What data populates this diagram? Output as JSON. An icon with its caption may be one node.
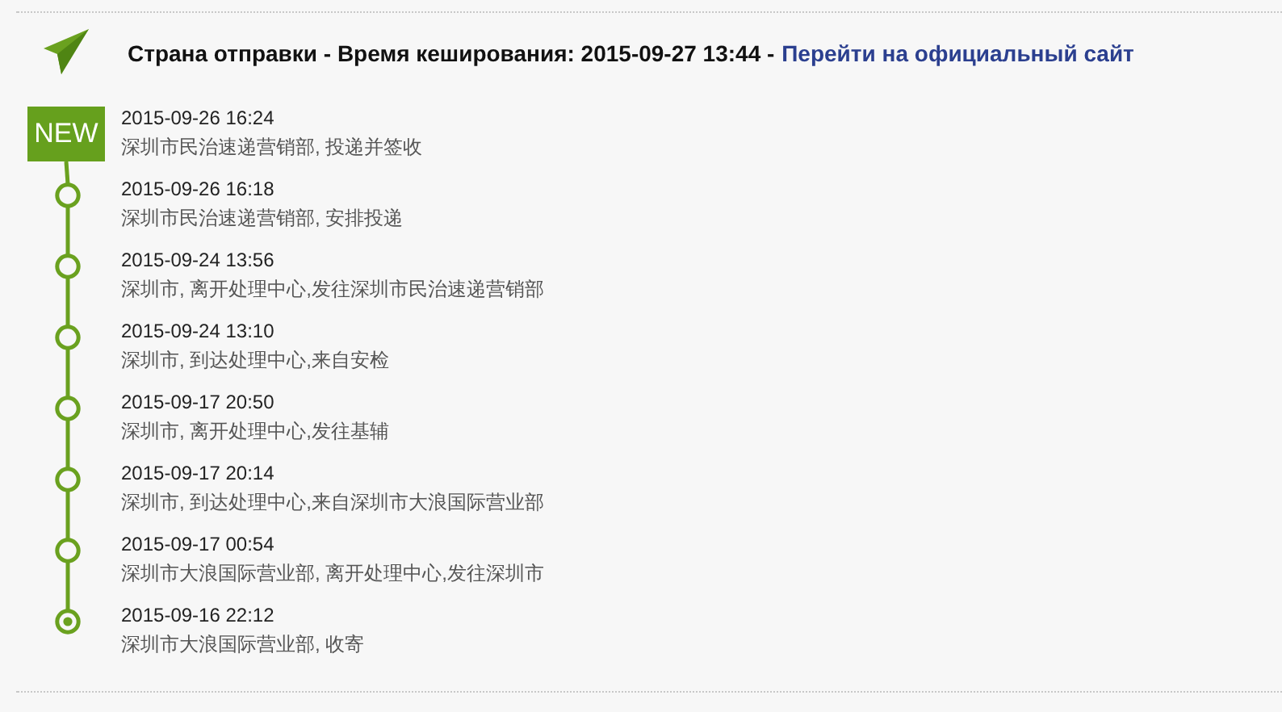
{
  "diagram": {
    "title": "Страна отправки - Время кеширования: 2015-09-27 13:44 -",
    "nodes": [
      {
        "text": [
          "NEW"
        ],
        "beside": [
          "2015-09-26 16:24",
          "深圳市民治速递营销部, 投递并签收"
        ]
      },
      {
        "text": [],
        "shape": "circle",
        "beside": [
          "2015-09-26 16:18",
          "深圳市民治速递营销部, 安排投递"
        ]
      },
      {
        "text": [],
        "shape": "circle",
        "beside": [
          "2015-09-24 13:56",
          "深圳市, 离开处理中心,发往深圳市民治速递营销部"
        ]
      },
      {
        "text": [],
        "shape": "circle",
        "beside": [
          "2015-09-24 13:10",
          "深圳市, 到达处理中心,来自安检"
        ]
      },
      {
        "text": [],
        "shape": "circle",
        "beside": [
          "2015-09-17 20:50",
          "深圳市, 离开处理中心,发往基辅"
        ]
      },
      {
        "text": [],
        "shape": "circle",
        "beside": [
          "2015-09-17 20:14",
          "深圳市, 到达处理中心,来自深圳市大浪国际营业部"
        ]
      },
      {
        "text": [],
        "shape": "circle",
        "beside": [
          "2015-09-17 00:54",
          "深圳市大浪国际营业部, 离开处理中心,发往深圳市"
        ]
      },
      {
        "text": [],
        "shape": "circle",
        "beside": [
          "2015-09-16 22:12",
          "深圳市大浪国际营业部, 收寄"
        ]
      }
    ],
    "edges": [
      {
        "from": 0,
        "to": 1,
        "arrow": "none"
      },
      {
        "from": 1,
        "to": 2,
        "arrow": "none"
      },
      {
        "from": 2,
        "to": 3,
        "arrow": "none"
      },
      {
        "from": 3,
        "to": 4,
        "arrow": "none"
      },
      {
        "from": 4,
        "to": 5,
        "arrow": "none"
      },
      {
        "from": 5,
        "to": 6,
        "arrow": "none"
      },
      {
        "from": 6,
        "to": 7,
        "arrow": "none"
      }
    ],
    "labels": [
      "Перейти на официальный сайт"
    ]
  }
}
